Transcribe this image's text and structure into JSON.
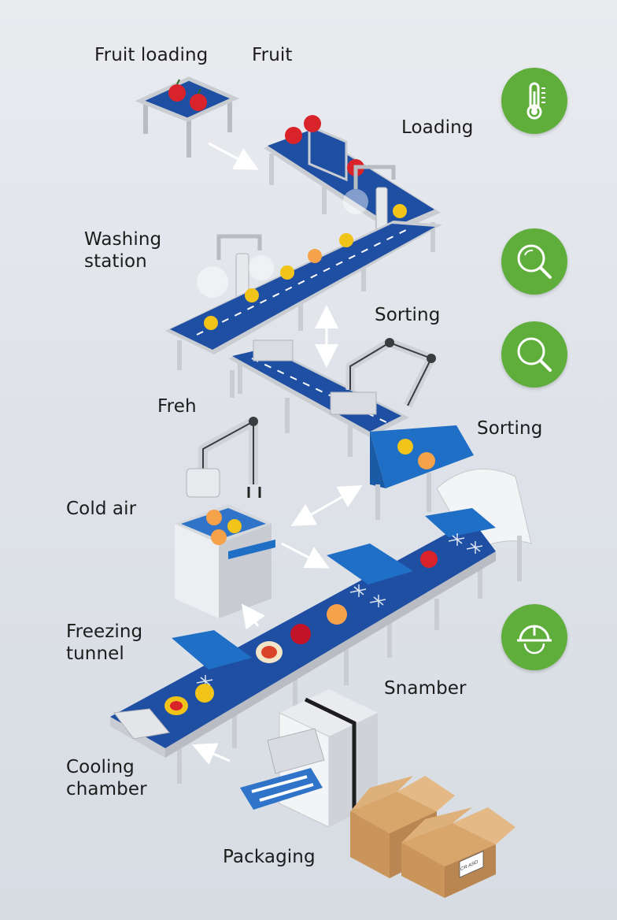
{
  "labels": {
    "fruit_loading": "Fruit loading",
    "fruit": "Fruit",
    "loading": "Loading",
    "washing_station": "Washing\nstation",
    "sorting_1": "Sorting",
    "freh": "Freh",
    "sorting_2": "Sorting",
    "cold_air": "Cold air",
    "freezing_tunnel": "Freezing\ntunnel",
    "snamber": "Snamber",
    "cooling_chamber": "Cooling\nchamber",
    "packaging": "Packaging"
  },
  "box_label": "CR ASD",
  "icons": {
    "badge_1": "thermometer-icon",
    "badge_2": "search-icon",
    "badge_3": "search-icon",
    "badge_4": "hard-hat-icon"
  },
  "colors": {
    "belt": "#1e4fa3",
    "belt_light": "#2f74c8",
    "frame": "#c9ccd1",
    "badge": "#5fae3c",
    "apple": "#d8232a",
    "lemon": "#f2c318",
    "cardboard": "#c9955b"
  }
}
